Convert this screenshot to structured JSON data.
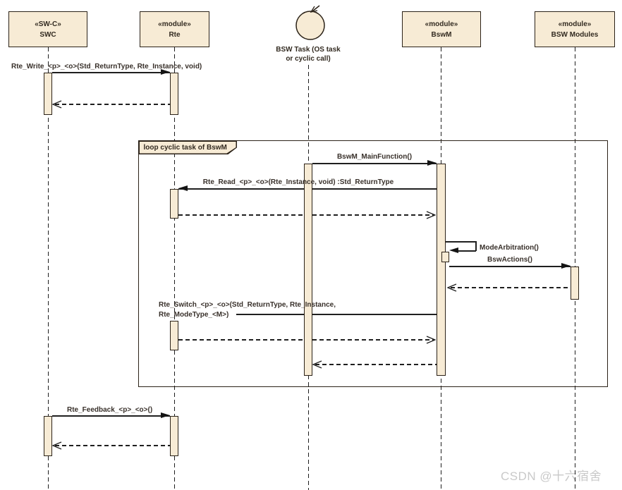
{
  "diagram_type": "uml-sequence",
  "participants": {
    "swc": {
      "stereotype": "«SW-C»",
      "name": "SWC"
    },
    "rte": {
      "stereotype": "«module»",
      "name": "Rte"
    },
    "bsw_task": {
      "line1": "BSW Task (OS task",
      "line2": "or cyclic call)"
    },
    "bswm": {
      "stereotype": "«module»",
      "name": "BswM"
    },
    "bsw_modules": {
      "stereotype": "«module»",
      "name": "BSW Modules"
    }
  },
  "fragment": {
    "operator_label": "loop cyclic task of BswM"
  },
  "messages": {
    "rte_write": "Rte_Write_<p>_<o>(Std_ReturnType, Rte_Instance, void)",
    "bswm_main_function": "BswM_MainFunction()",
    "rte_read": "Rte_Read_<p>_<o>(Rte_Instance, void) :Std_ReturnType",
    "mode_arbitration": "ModeArbitration()",
    "bsw_actions": "BswActions()",
    "rte_switch_line1": "Rte_Switch_<p>_<o>(Std_ReturnType, Rte_Instance,",
    "rte_switch_line2": "Rte_ModeType_<M>)",
    "rte_feedback": "Rte_Feedback_<p>_<o>()"
  },
  "watermark": "CSDN @十六宿舍",
  "colors": {
    "participant_fill": "#F7EBD5",
    "border": "#2B2218",
    "line": "#1F1F1F",
    "watermark": "#C9C9C9",
    "background": "#FFFFFF"
  }
}
